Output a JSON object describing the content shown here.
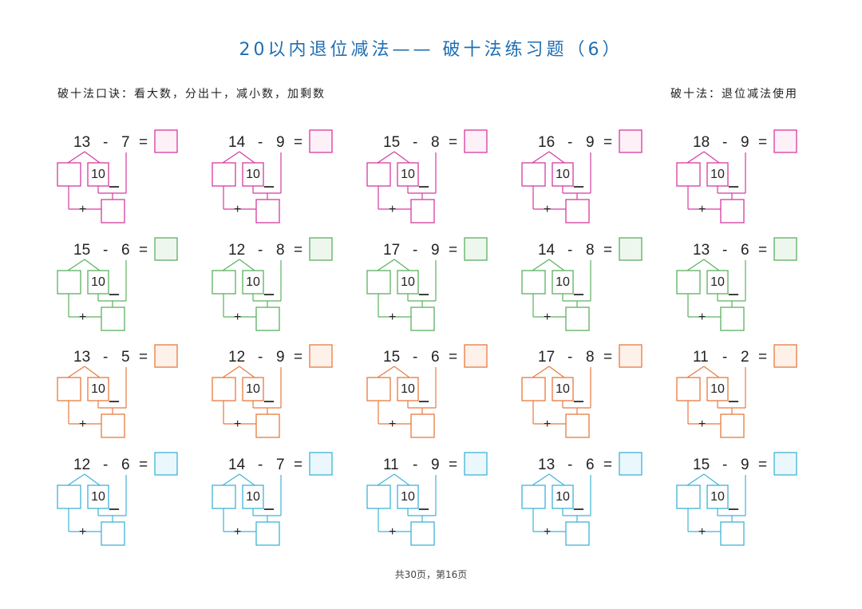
{
  "header": {
    "title": "20以内退位减法—— 破十法练习题（6）",
    "hint_left": "破十法口诀：看大数，分出十，减小数，加剩数",
    "hint_right": "破十法：退位减法使用"
  },
  "footer": {
    "page_text": "共30页，第16页"
  },
  "labels": {
    "minus": "-",
    "equals": "=",
    "ten": "10",
    "sub_sign": "－",
    "plus_sign": "+"
  },
  "row_colors": [
    {
      "stroke": "#d63aa0",
      "fill": "#fdf0f7"
    },
    {
      "stroke": "#5bb05f",
      "fill": "#eef7ee"
    },
    {
      "stroke": "#e8793f",
      "fill": "#fdf1e9"
    },
    {
      "stroke": "#3fb4d8",
      "fill": "#eaf7fc"
    }
  ],
  "problems": [
    [
      {
        "a": "13",
        "b": "7"
      },
      {
        "a": "14",
        "b": "9"
      },
      {
        "a": "15",
        "b": "8"
      },
      {
        "a": "16",
        "b": "9"
      },
      {
        "a": "18",
        "b": "9"
      }
    ],
    [
      {
        "a": "15",
        "b": "6"
      },
      {
        "a": "12",
        "b": "8"
      },
      {
        "a": "17",
        "b": "9"
      },
      {
        "a": "14",
        "b": "8"
      },
      {
        "a": "13",
        "b": "6"
      }
    ],
    [
      {
        "a": "13",
        "b": "5"
      },
      {
        "a": "12",
        "b": "9"
      },
      {
        "a": "15",
        "b": "6"
      },
      {
        "a": "17",
        "b": "8"
      },
      {
        "a": "11",
        "b": "2"
      }
    ],
    [
      {
        "a": "12",
        "b": "6"
      },
      {
        "a": "14",
        "b": "7"
      },
      {
        "a": "11",
        "b": "9"
      },
      {
        "a": "13",
        "b": "6"
      },
      {
        "a": "15",
        "b": "9"
      }
    ]
  ]
}
